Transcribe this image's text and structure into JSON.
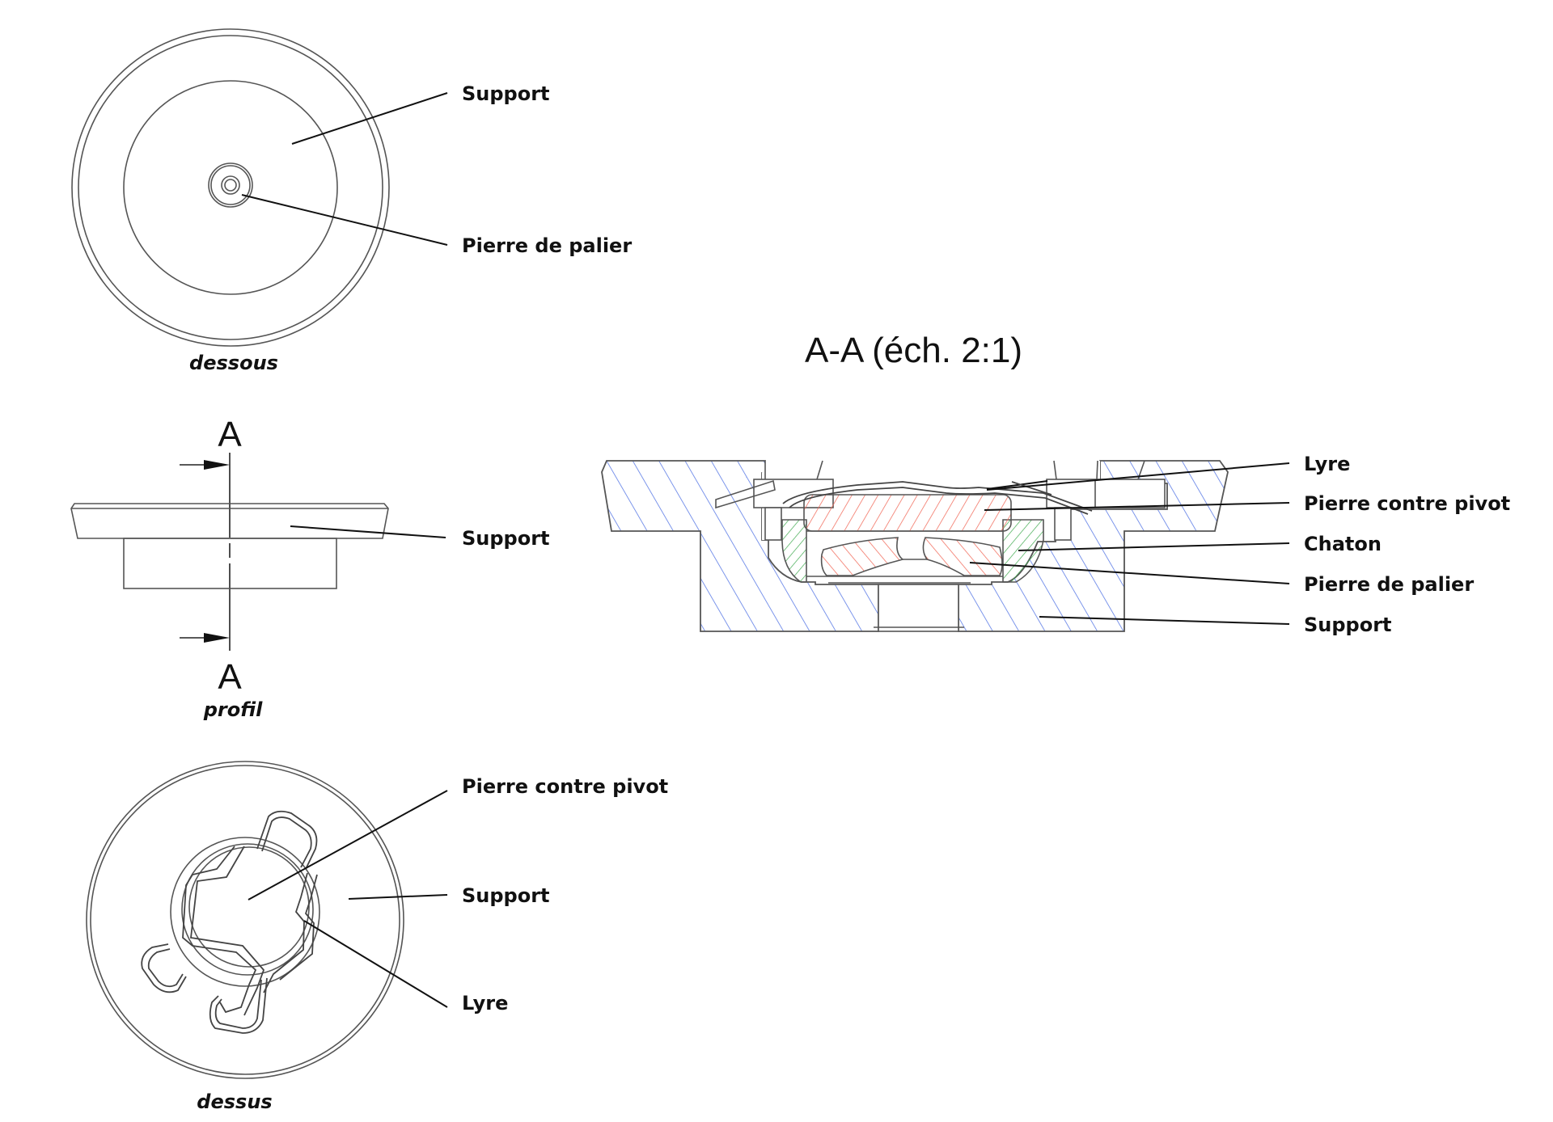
{
  "views": {
    "dessous": {
      "caption": "dessous",
      "labels": [
        "Support",
        "Pierre de palier"
      ]
    },
    "profil": {
      "caption": "profil",
      "section_marker_top": "A",
      "section_marker_bottom": "A",
      "labels": [
        "Support"
      ]
    },
    "dessus": {
      "caption": "dessus",
      "labels": [
        "Pierre contre pivot",
        "Support",
        "Lyre"
      ]
    },
    "section": {
      "title": "A-A (éch. 2:1)",
      "labels": [
        "Lyre",
        "Pierre contre pivot",
        "Chaton",
        "Pierre de palier",
        "Support"
      ]
    }
  },
  "colors": {
    "support_hatch": "#5b7be6",
    "stone_hatch": "#f26b5b",
    "chaton_hatch": "#3faa4f",
    "outline": "#555555",
    "text": "#111111"
  }
}
